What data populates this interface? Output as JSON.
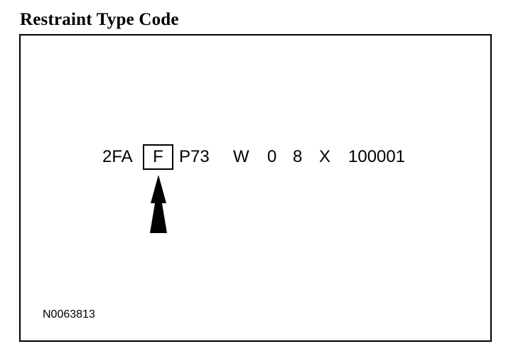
{
  "title": "Restraint Type Code",
  "vin": {
    "segment_1": "2FA",
    "highlighted": "F",
    "segment_2": "P73",
    "segment_3": "W",
    "segment_4": "0",
    "segment_5": "8",
    "segment_6": "X",
    "segment_7": "100001"
  },
  "figure_id": "N0063813",
  "arrow_icon": "up-arrow-icon",
  "colors": {
    "ink": "#000000",
    "background": "#ffffff"
  }
}
